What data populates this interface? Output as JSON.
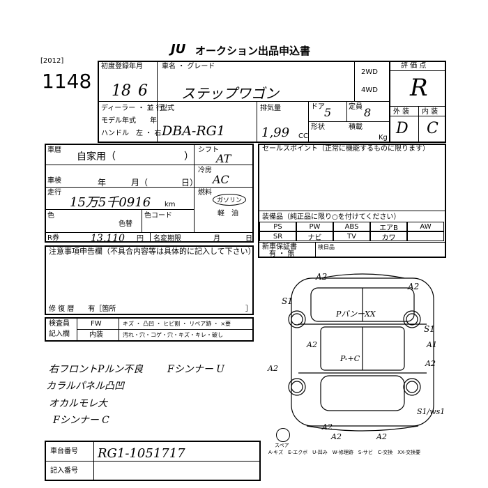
{
  "header": {
    "logo": "JU",
    "title": "オークション出品申込書",
    "year_tag": "[2012]",
    "lot_number": "1148"
  },
  "reg": {
    "label": "初度登録年月",
    "year": "18",
    "month": "6",
    "car_name_label": "車名 ・ グレード",
    "car_name": "ステップワゴン",
    "drive_2wd": "2WD",
    "drive_4wd": "4WD"
  },
  "grade": {
    "label": "評 価 点",
    "value": "R",
    "exterior_label": "外 装",
    "interior_label": "内 装",
    "exterior": "D",
    "interior": "C"
  },
  "dealer": {
    "dealer_label": "ディーラー ・ 並 行",
    "model_year_label": "モデル年式　　年",
    "handle_label": "ハンドル　左 ・ 右",
    "model_type_label": "型式",
    "model_type": "DBA-RG1",
    "displacement_label": "排気量",
    "displacement": "1,99",
    "cc": "CC",
    "doors_label": "ドア",
    "doors": "5",
    "capacity_label": "定員",
    "capacity": "8",
    "shape_label": "形状",
    "load_label": "積載",
    "kg": "Kg"
  },
  "history": {
    "label": "車暦",
    "value": "自家用（　　　　　　　）"
  },
  "shaken": {
    "label": "車検",
    "text": "年　　　月（　　　　日）"
  },
  "mileage": {
    "label": "走行",
    "value": "15万5千0916",
    "unit": "km"
  },
  "color": {
    "label": "色",
    "label2": "色替",
    "code_label": "色コード"
  },
  "recycle": {
    "label": "R券",
    "value": "13,110",
    "unit": "円",
    "label2": "名変期限",
    "month": "月",
    "day": "日"
  },
  "shift": {
    "label": "シフト",
    "value": "AT"
  },
  "ac": {
    "label": "冷房",
    "value": "AC"
  },
  "fuel": {
    "label": "燃料",
    "value": "ガソリン",
    "diesel": "軽　油"
  },
  "sales_point": {
    "label": "セールスポイント（正常に機能するものに限ります）"
  },
  "equipment": {
    "label": "装備品（純正品に限り○を付けてください）",
    "row1": [
      "PS",
      "PW",
      "ABS",
      "エアB",
      "AW"
    ],
    "row2": [
      "SR",
      "ナビ",
      "TV",
      "カワ",
      ""
    ]
  },
  "warranty": {
    "label": "新車保証書",
    "yes": "有 ・ 無",
    "label2": "検日品"
  },
  "notes": {
    "label": "注意事項申告欄（不具合内容等は具体的に記入して下さい）",
    "repair_label": "修 復 暦　　有［箇所",
    "repair_end": "］"
  },
  "inspector": {
    "label": "検査員",
    "fw": "FW",
    "fw_legend": "キズ ・ 凸凹 ・ ヒビ割 ・ リペア跡 ・ ×要",
    "record_label": "記入欄",
    "interior": "内装",
    "interior_legend": "汚れ・穴・コゲ・穴・キズ・キレ・破し"
  },
  "handwritten": {
    "lines": [
      "右フロントPルン不良",
      "カラルパネル凸凹",
      "オカルモレ大",
      "Fシンナー C"
    ],
    "right_note": "Fシンナー U"
  },
  "diagram": {
    "labels": [
      "A2",
      "S1",
      "PバンーXX",
      "A2",
      "A2",
      "S1",
      "A1",
      "A2",
      "P-+C",
      "A2",
      "S1/ws1",
      "A2",
      "A2",
      "A2"
    ],
    "spare_label": "スペア",
    "legend": "A-キズ　E-エクボ　U-凹み　W-修理跡　S-サビ　C-交換　XX-交換要"
  },
  "chassis": {
    "label": "車台番号",
    "value": "RG1-1051717",
    "label2": "記入番号"
  }
}
